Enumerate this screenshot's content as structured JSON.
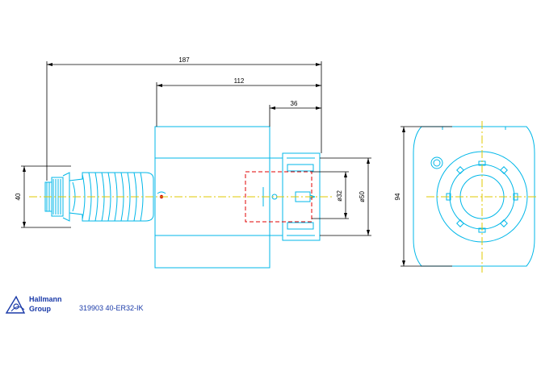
{
  "drawing": {
    "dimensions": {
      "overall_length": "187",
      "body_length": "112",
      "collet_length": "36",
      "shank_diameter": "40",
      "collet_inner_diameter": "ø32",
      "collet_outer_diameter": "ø50",
      "flange_height": "94"
    },
    "brand": {
      "line1": "Hallmann",
      "line2": "Group"
    },
    "part_number": "319903 40-ER32-IK",
    "colors": {
      "outline": "#00b7e8",
      "dimension": "#000000",
      "centerline": "#e0c800",
      "hidden": "#e00000",
      "brand": "#1a3aa8"
    }
  }
}
